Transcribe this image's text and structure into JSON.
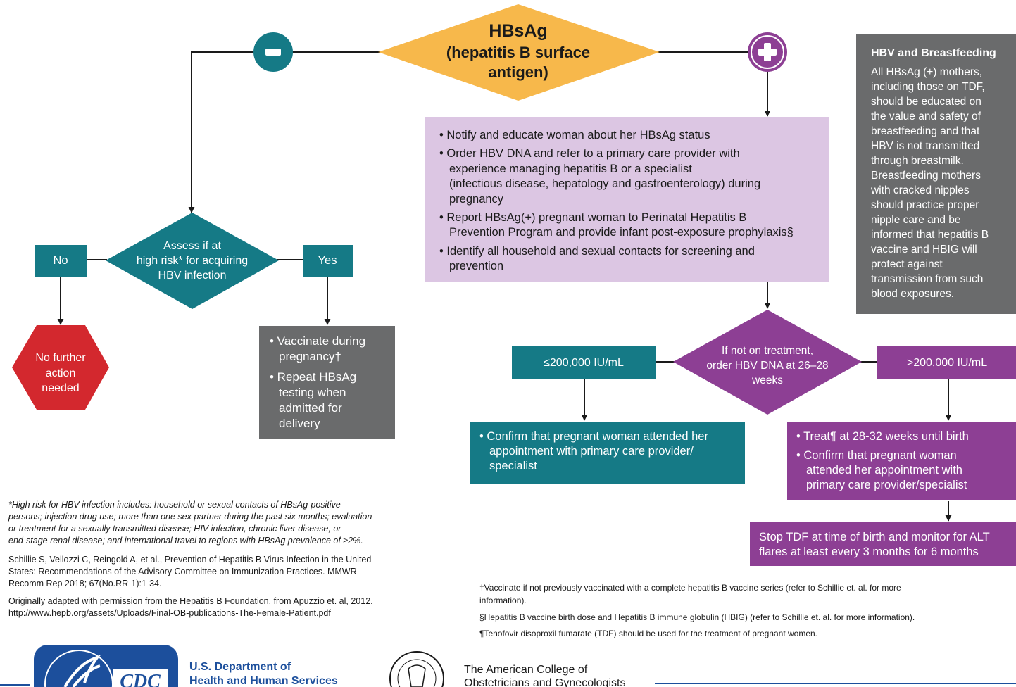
{
  "colors": {
    "teal": "#157a86",
    "purple": "#8d3f94",
    "lilac": "#dcc6e3",
    "gold": "#f7b84b",
    "gray": "#6a6b6c",
    "red": "#d3282e",
    "navy": "#1c4f9c"
  },
  "main": {
    "hbsag_title": "HBsAg",
    "hbsag_sub1": "(hepatitis B surface",
    "hbsag_sub2": "antigen)",
    "negative_symbol": "−",
    "positive_symbol": "+"
  },
  "positive_box": {
    "bullets": [
      "• Notify and educate woman about her HBsAg status",
      "• Order HBV DNA and refer to a primary care provider with",
      "experience managing hepatitis B or a specialist",
      "(infectious disease, hepatology and gastroenterology) during",
      "pregnancy",
      "• Report HBsAg(+) pregnant woman to Perinatal Hepatitis B",
      "Prevention Program and provide infant post-exposure prophylaxis§",
      "• Identify all household and sexual contacts for screening and",
      "prevention"
    ]
  },
  "sidebar": {
    "title": "HBV and Breastfeeding",
    "lines": [
      "All HBsAg (+) mothers,",
      "including those on TDF,",
      "should be educated on",
      "the value and safety of",
      "breastfeeding and that",
      "HBV is not transmitted",
      "through breastmilk.",
      "Breastfeeding mothers",
      "with cracked nipples",
      "should practice proper",
      "nipple care and be",
      "informed that hepatitis B",
      "vaccine and HBIG will",
      "protect against",
      "transmission from such",
      "blood exposures."
    ]
  },
  "risk": {
    "lines": [
      "Assess if at",
      "high risk* for acquiring",
      "HBV infection"
    ],
    "no_label": "No",
    "yes_label": "Yes"
  },
  "no_further": {
    "lines": [
      "No further",
      "action",
      "needed"
    ]
  },
  "vaccinate": {
    "lines": [
      "• Vaccinate during",
      "pregnancy†",
      "• Repeat HBsAg",
      "testing when",
      "admitted for",
      "delivery"
    ]
  },
  "dna": {
    "lines": [
      "If not on treatment,",
      "order HBV DNA at 26–28",
      "weeks"
    ],
    "low_label": "≤200,000 IU/mL",
    "high_label": ">200,000 IU/mL"
  },
  "confirm": {
    "lines": [
      "• Confirm that pregnant woman attended her",
      "appointment with primary care provider/",
      "specialist"
    ]
  },
  "treat": {
    "lines": [
      "• Treat¶ at 28-32 weeks until birth",
      "• Confirm that pregnant woman",
      "attended her appointment with",
      "primary care provider/specialist"
    ]
  },
  "stop_tdf": {
    "lines": [
      "Stop TDF at time of birth and monitor for ALT",
      "flares at least every 3 months for 6 months"
    ]
  },
  "footnotes": {
    "left": [
      "*High risk for HBV infection includes: household or sexual contacts of HBsAg-positive",
      "persons; injection drug use; more than one sex partner during the past six months;  evaluation",
      "or treatment for a sexually transmitted disease; HIV infection, chronic liver disease, or",
      "end-stage renal disease; and international travel to regions with HBsAg prevalence of ≥2%."
    ],
    "schillie": [
      "Schillie S, Vellozzi C, Reingold A, et al., Prevention of Hepatitis B Virus Infection in the United",
      "States: Recommendations of the Advisory Committee on Immunization Practices. MMWR",
      "Recomm Rep 2018; 67(No.RR-1):1-34."
    ],
    "adapted": [
      "Originally adapted with permission from the Hepatitis B Foundation, from Apuzzio et. al, 2012.",
      "http://www.hepb.org/assets/Uploads/Final-OB-publications-The-Female-Patient.pdf"
    ],
    "dagger": [
      "†Vaccinate if not previously vaccinated with a complete hepatitis B vaccine series (refer to Schillie et. al. for more",
      "information)."
    ],
    "section": "§Hepatitis B vaccine birth dose and Hepatitis B immune globulin (HBIG) (refer to Schillie et. al. for more information).",
    "pilcrow": "¶Tenofovir disoproxil fumarate (TDF) should be used for the treatment of pregnant women."
  },
  "logos": {
    "cdc_text": "CDC",
    "hhs_line1": "U.S. Department of",
    "hhs_line2": "Health and Human Services",
    "acog_line1": "The American College of",
    "acog_line2": "Obstetricians and Gynecologists"
  }
}
